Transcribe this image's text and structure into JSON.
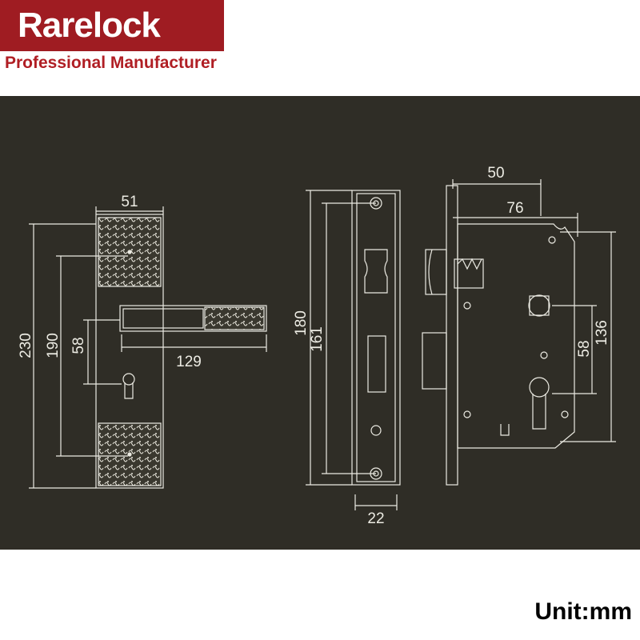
{
  "brand": {
    "name": "Rarelock",
    "tagline": "Professional Manufacturer",
    "accent_color": "#9f1c22"
  },
  "diagram": {
    "background_color": "#2f2d26",
    "line_color": "#ecebe3",
    "dimensions": {
      "handle_plate_width": "51",
      "handle_total_height": "230",
      "handle_hole_spacing": "190",
      "handle_lever_offset": "58",
      "lever_length": "129",
      "faceplate_height": "180",
      "faceplate_hole_spacing": "161",
      "faceplate_width": "22",
      "backset": "50",
      "case_depth": "76",
      "case_height": "136",
      "spindle_to_cylinder": "58"
    }
  },
  "unit_label": "Unit:mm"
}
